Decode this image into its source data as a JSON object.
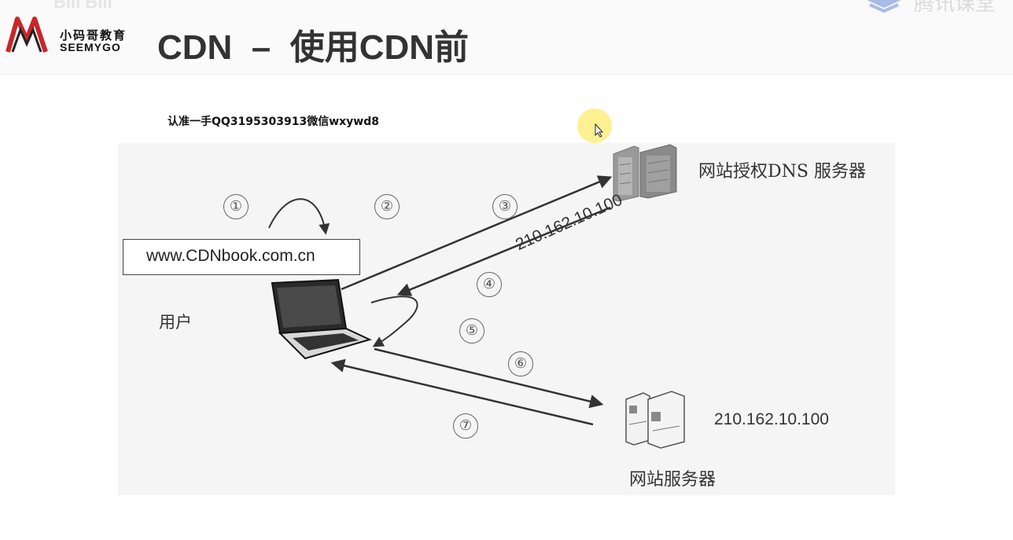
{
  "header": {
    "logo_cn": "小码哥教育",
    "logo_en": "SEEMYGO",
    "title": "CDN  –  使用CDN前",
    "watermark_left": "Bili Bili",
    "watermark_right": "腾讯课堂"
  },
  "notice": "认准一手QQ3195303913微信wxywd8",
  "diagram": {
    "url": "www.CDNbook.com.cn",
    "user_label": "用户",
    "dns_server_label": "网站授权DNS 服务器",
    "web_server_label": "网站服务器",
    "dns_reply_ip": "210.162.10.100",
    "web_server_ip": "210.162.10.100",
    "steps": [
      "①",
      "②",
      "③",
      "④",
      "⑤",
      "⑥",
      "⑦"
    ]
  },
  "colors": {
    "logo_red": "#c8262b",
    "title": "#333333",
    "arrow": "#333333"
  },
  "icons": [
    "seemygo-logo-icon",
    "laptop-icon",
    "dns-server-icon",
    "web-server-icon",
    "mouse-cursor-icon"
  ]
}
